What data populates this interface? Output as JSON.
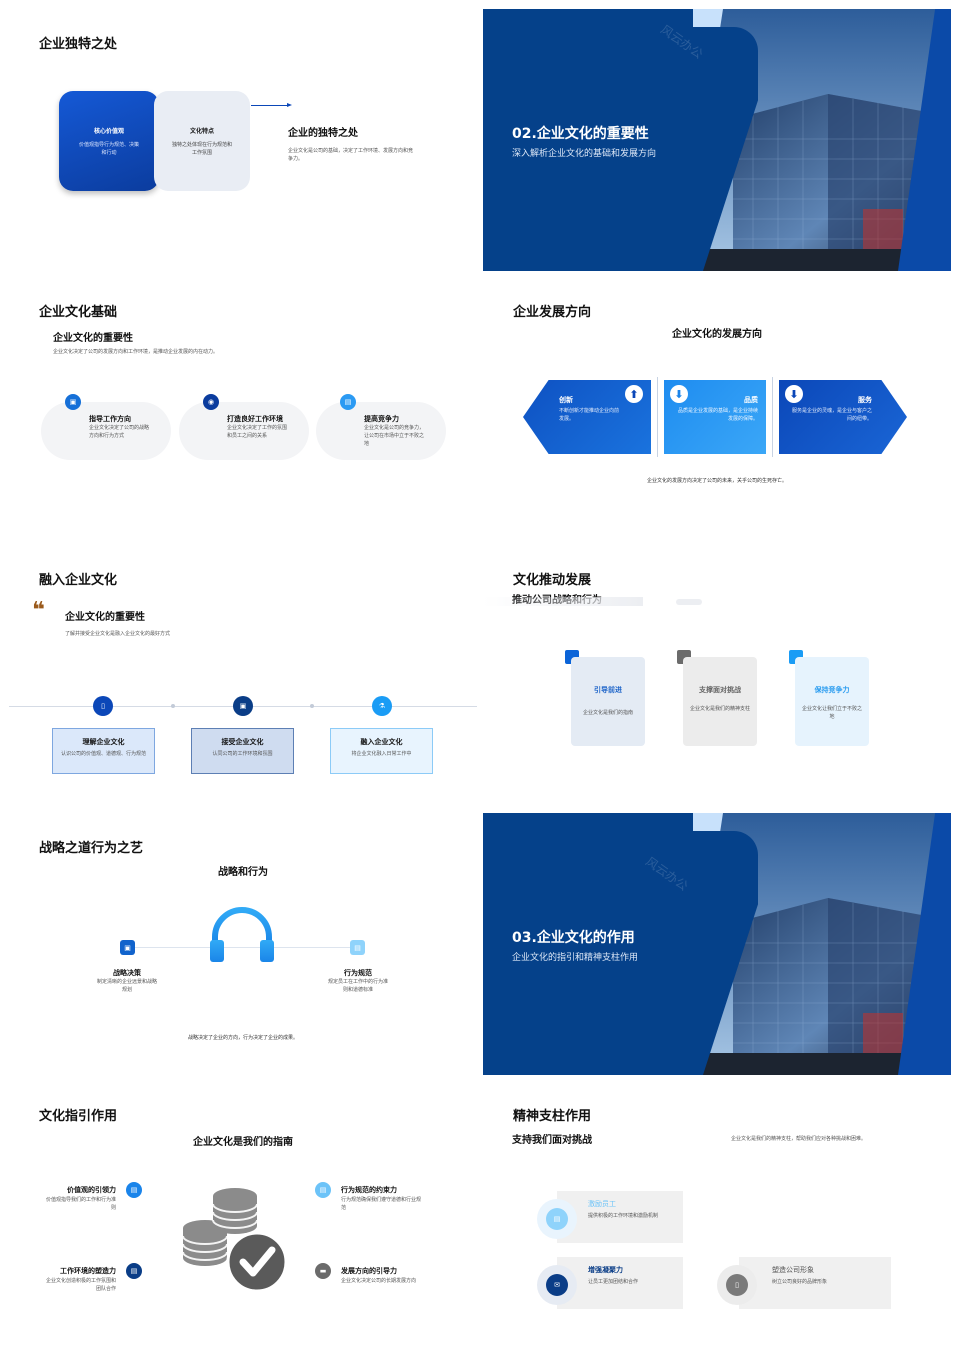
{
  "colors": {
    "primary": "#0b47b8",
    "dark": "#0a3d87",
    "light": "#bfe0fb",
    "bright": "#1a9cf5",
    "grey": "#e8ecf3"
  },
  "s1": {
    "title": "企业独特之处",
    "card1_title": "核心价值观",
    "card1_text": "价值观指导行为规范、决策和行动",
    "card2_title": "文化特点",
    "card2_text": "独特之处体现在行为规范和工作氛围",
    "heading": "企业的独特之处",
    "desc": "企业文化是公司的基础，决定了工作环境、发展方向和竞争力。"
  },
  "s2": {
    "title": "02.企业文化的重要性",
    "subtitle": "深入解析企业文化的基础和发展方向",
    "watermark": "风云办公"
  },
  "s3": {
    "title": "企业文化基础",
    "heading": "企业文化的重要性",
    "desc": "企业文化决定了公司的发展方向和工作环境，是推动企业发展的内在动力。",
    "items": [
      {
        "title": "指导工作方向",
        "text": "企业文化决定了公司的战略方向和行为方式",
        "icon": "image-icon"
      },
      {
        "title": "打造良好工作环境",
        "text": "企业文化决定了工作的氛围和员工之间的关系",
        "icon": "target-icon"
      },
      {
        "title": "提高竞争力",
        "text": "企业文化是公司的竞争力，让公司在市场中立于不败之地",
        "icon": "chat-icon"
      }
    ]
  },
  "s4": {
    "title": "企业发展方向",
    "heading": "企业文化的发展方向",
    "items": [
      {
        "title": "创新",
        "text": "不断创新才能推动企业向前发展。",
        "icon": "up-arrow-icon"
      },
      {
        "title": "品质",
        "text": "品质是企业发展的基础，是企业持续发展的保障。",
        "icon": "down-arrow-icon"
      },
      {
        "title": "服务",
        "text": "服务是企业的灵魂，是企业与客户之间的纽带。",
        "icon": "down-arrow-icon"
      }
    ],
    "footer": "企业文化的发展方向决定了公司的未来，关乎公司的生死存亡。"
  },
  "s5": {
    "title": "融入企业文化",
    "heading": "企业文化的重要性",
    "quote": "❝",
    "desc": "了解并接受企业文化是融入企业文化的最好方式",
    "items": [
      {
        "title": "理解企业文化",
        "text": "认识公司的价值观、道德观、行为规范",
        "icon": "document-icon"
      },
      {
        "title": "接受企业文化",
        "text": "认同公司的工作环境和氛围",
        "icon": "picture-icon"
      },
      {
        "title": "融入企业文化",
        "text": "将企业文化融入日常工作中",
        "icon": "flask-icon"
      }
    ]
  },
  "s6": {
    "title": "文化推动发展",
    "subtitle": "推动公司战略和行为",
    "items": [
      {
        "title": "引导前进",
        "text": "企业文化是我们的指南"
      },
      {
        "title": "支撑面对挑战",
        "text": "企业文化是我们的精神支柱"
      },
      {
        "title": "保持竞争力",
        "text": "企业文化让我们立于不败之地"
      }
    ]
  },
  "s7": {
    "title": "战略之道行为之艺",
    "heading": "战略和行为",
    "left_title": "战略决策",
    "left_text": "制定清晰的企业远景和战略规划",
    "right_title": "行为规范",
    "right_text": "规定员工在工作中的行为准则和道德标准",
    "footer": "战略决定了企业的方向，行为决定了企业的成果。"
  },
  "s8": {
    "title": "03.企业文化的作用",
    "subtitle": "企业文化的指引和精神支柱作用",
    "watermark": "风云办公"
  },
  "s9": {
    "title": "文化指引作用",
    "heading": "企业文化是我们的指南",
    "items": [
      {
        "title": "价值观的引领力",
        "text": "价值观指导我们的工作和行为准则"
      },
      {
        "title": "工作环境的塑造力",
        "text": "企业文化创造积极的工作氛围和团队合作"
      },
      {
        "title": "行为规范的约束力",
        "text": "行为规范确保我们遵守道德和行业规范"
      },
      {
        "title": "发展方向的引导力",
        "text": "企业文化决定公司的长期发展方向"
      }
    ]
  },
  "s10": {
    "title": "精神支柱作用",
    "heading": "支持我们面对挑战",
    "desc": "企业文化是我们的精神支柱，帮助我们应对各种挑战和困难。",
    "items": [
      {
        "title": "激励员工",
        "text": "提供积极的工作环境和激励机制"
      },
      {
        "title": "增强凝聚力",
        "text": "让员工更加团结和合作"
      },
      {
        "title": "塑造公司形象",
        "text": "树立公司良好的品牌形象"
      }
    ]
  }
}
